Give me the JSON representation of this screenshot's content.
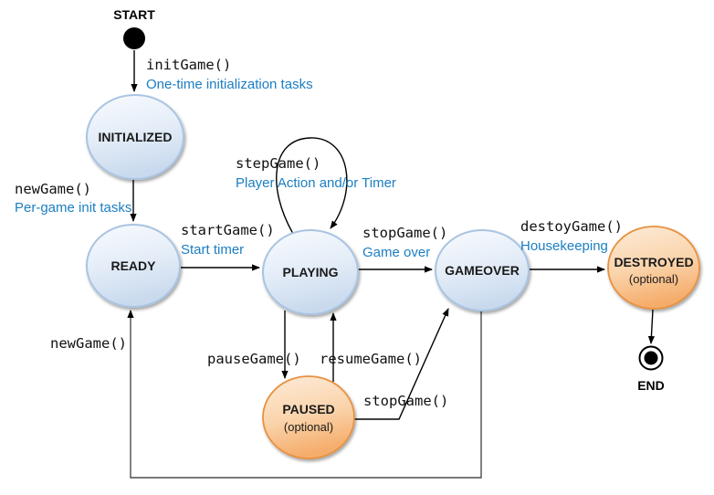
{
  "colors": {
    "blue_state_fill_top": "#f6f9fd",
    "blue_state_fill_bottom": "#c9daee",
    "blue_state_border": "#a9c4e2",
    "orange_state_fill_top": "#fde7d0",
    "orange_state_fill_bottom": "#f6b377",
    "orange_state_border": "#e8913f",
    "edge_line": "#000000",
    "loop_line": "#4d4d4d",
    "description_text_blue": "#1b7ec2",
    "event_text": "#111111"
  },
  "nodes": {
    "start": {
      "label": "START"
    },
    "end": {
      "label": "END"
    },
    "states": [
      {
        "id": "initialized",
        "label": "INITIALIZED"
      },
      {
        "id": "ready",
        "label": "READY"
      },
      {
        "id": "playing",
        "label": "PLAYING"
      },
      {
        "id": "gameover",
        "label": "GAMEOVER"
      },
      {
        "id": "destroyed",
        "label": "DESTROYED",
        "note": "(optional)"
      },
      {
        "id": "paused",
        "label": "PAUSED",
        "note": "(optional)"
      }
    ]
  },
  "transitions": [
    {
      "from": "start",
      "to": "initialized",
      "event": "initGame()",
      "description": "One-time initialization tasks"
    },
    {
      "from": "initialized",
      "to": "ready",
      "event": "newGame()",
      "description": "Per-game init tasks"
    },
    {
      "from": "ready",
      "to": "playing",
      "event": "startGame()",
      "description": "Start timer"
    },
    {
      "from": "playing",
      "to": "playing",
      "event": "stepGame()",
      "description": "Player Action and/or Timer"
    },
    {
      "from": "playing",
      "to": "gameover",
      "event": "stopGame()",
      "description": "Game over"
    },
    {
      "from": "gameover",
      "to": "destroyed",
      "event": "destoyGame()",
      "description": "Housekeeping"
    },
    {
      "from": "playing",
      "to": "paused",
      "event": "pauseGame()"
    },
    {
      "from": "paused",
      "to": "playing",
      "event": "resumeGame()"
    },
    {
      "from": "paused",
      "to": "gameover",
      "event": "stopGame()"
    },
    {
      "from": "gameover",
      "to": "ready",
      "event": "newGame()"
    },
    {
      "from": "destroyed",
      "to": "end",
      "event": ""
    }
  ]
}
